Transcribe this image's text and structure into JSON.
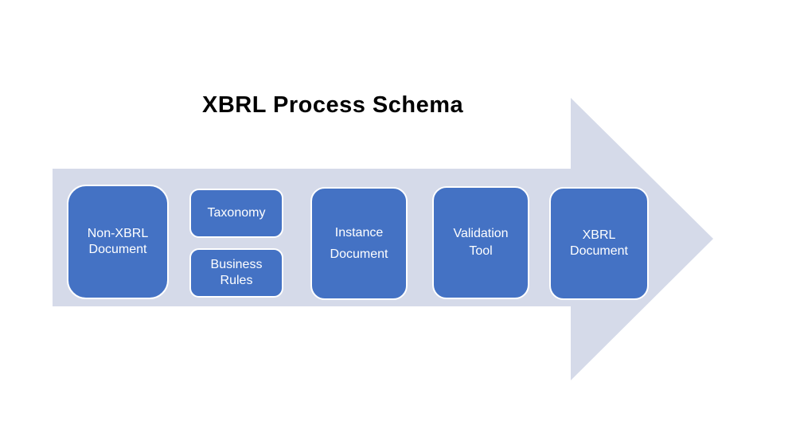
{
  "title": "XBRL Process Schema",
  "colors": {
    "box_fill": "#4472C4",
    "box_border": "#FFFFFF",
    "arrow_fill": "#D5DAE9",
    "title_color": "#000000",
    "box_text": "#FFFFFF",
    "background": "#FFFFFF"
  },
  "arrow": {
    "name": "process-flow-arrow",
    "direction": "right"
  },
  "boxes": [
    {
      "id": "non-xbrl-document",
      "label": "Non-XBRL\nDocument"
    },
    {
      "id": "taxonomy",
      "label": "Taxonomy"
    },
    {
      "id": "business-rules",
      "label": "Business\nRules"
    },
    {
      "id": "instance-document",
      "label": "Instance\nDocument"
    },
    {
      "id": "validation-tool",
      "label": "Validation\nTool"
    },
    {
      "id": "xbrl-document",
      "label": "XBRL\nDocument"
    }
  ]
}
